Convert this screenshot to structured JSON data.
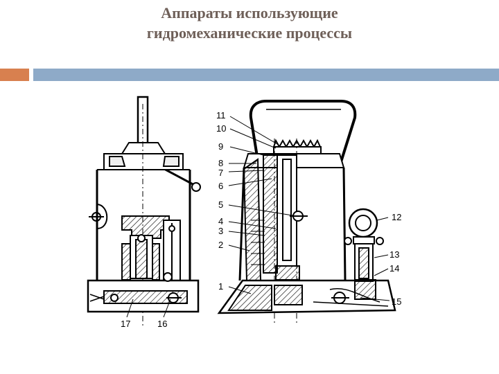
{
  "slide": {
    "title_line1": "Аппараты использующие",
    "title_line2": "гидромеханические процессы"
  },
  "colors": {
    "accent": "#d8804f",
    "bar": "#8eaac8",
    "title": "#6e5f58"
  },
  "diagram": {
    "labels": [
      "11",
      "10",
      "9",
      "8",
      "7",
      "6",
      "5",
      "4",
      "3",
      "2",
      "1",
      "12",
      "13",
      "14",
      "15",
      "17",
      "16"
    ]
  }
}
